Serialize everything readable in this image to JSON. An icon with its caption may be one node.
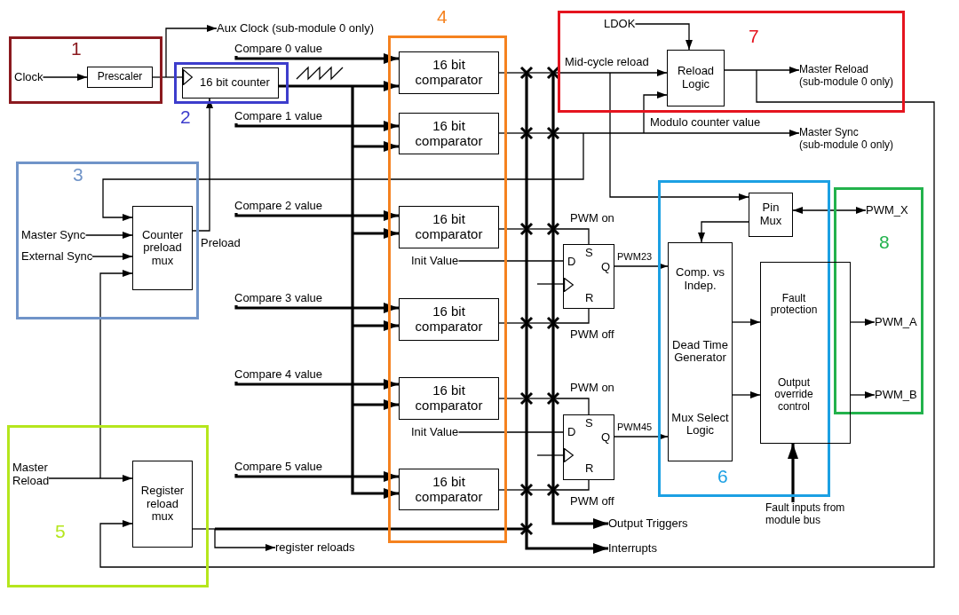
{
  "diagram": {
    "nodes": [
      {
        "text": [
          "1"
        ]
      },
      {
        "text": [
          "Clock"
        ],
        "in": 0
      },
      {
        "text": [
          "Prescaler"
        ],
        "in": 0
      },
      {
        "text": [
          "Aux Clock (sub-module 0 only)"
        ]
      },
      {
        "text": [
          "Compare 0 value"
        ]
      },
      {
        "text": [
          "2"
        ]
      },
      {
        "text": [
          "16 bit counter"
        ],
        "in": 5
      },
      {
        "text": [
          "4"
        ]
      },
      {
        "text": [
          "16 bit comparator"
        ],
        "in": 7
      },
      {
        "text": [
          "16 bit comparator"
        ],
        "in": 7
      },
      {
        "text": [
          "16 bit comparator"
        ],
        "in": 7
      },
      {
        "text": [
          "16 bit comparator"
        ],
        "in": 7
      },
      {
        "text": [
          "16 bit comparator"
        ],
        "in": 7
      },
      {
        "text": [
          "16 bit comparator"
        ],
        "in": 7
      },
      {
        "text": [
          "Init Value"
        ],
        "in": 7
      },
      {
        "text": [
          "Init Value"
        ],
        "in": 7
      },
      {
        "text": [
          "7"
        ]
      },
      {
        "text": [
          "LDOK"
        ],
        "in": 16
      },
      {
        "text": [
          "Reload Logic"
        ],
        "in": 16
      },
      {
        "text": [
          "Master Reload",
          "(sub-module 0 only)"
        ],
        "in": 16
      },
      {
        "text": [
          "Compare 1 value"
        ]
      },
      {
        "text": [
          "Master Sync",
          "(sub-module 0 only)"
        ]
      },
      {
        "text": [
          "3"
        ]
      },
      {
        "text": [
          "Master Sync"
        ],
        "in": 22
      },
      {
        "text": [
          "External Sync"
        ],
        "in": 22
      },
      {
        "text": [
          "Counter preload mux"
        ],
        "in": 22
      },
      {
        "text": [
          "Compare 2 value"
        ]
      },
      {
        "text": [
          "Compare 3 value"
        ]
      },
      {
        "text": [
          "Compare 4 value"
        ]
      },
      {
        "text": [
          "Compare 5 value"
        ]
      },
      {
        "text": [
          "6"
        ]
      },
      {
        "text": [
          "Pin Mux"
        ],
        "in": 30
      },
      {
        "text": [
          "Comp. vs Indep.",
          "Dead Time Generator",
          "Mux Select Logic"
        ],
        "in": 30
      },
      {
        "text": [
          "8"
        ]
      },
      {
        "text": [
          "PWM_X"
        ],
        "in": 33
      },
      {
        "text": [
          "S",
          "D",
          "Q",
          "R"
        ]
      },
      {
        "text": [
          "Fault protection",
          "Output override control"
        ]
      },
      {
        "text": [
          "PWM_A"
        ],
        "in": 33
      },
      {
        "text": [
          "PWM_B"
        ],
        "in": 33
      },
      {
        "text": [
          "S",
          "D",
          "Q",
          "R"
        ]
      },
      {
        "text": [
          "5"
        ]
      },
      {
        "text": [
          "Master Reload"
        ],
        "in": 40
      },
      {
        "text": [
          "Register reload mux"
        ],
        "in": 40
      },
      {
        "text": [
          "Fault inputs from module bus"
        ]
      },
      {
        "text": [
          "Output Triggers"
        ]
      },
      {
        "text": [
          "register reloads"
        ]
      },
      {
        "text": [
          "Interrupts"
        ]
      }
    ],
    "edges": [
      {
        "from": 1,
        "to": 2,
        "arrow": "to"
      },
      {
        "from": 2,
        "to": 6,
        "arrow": "none"
      },
      {
        "from": 2,
        "to": 3,
        "arrow": "to"
      },
      {
        "from": 25,
        "to": 6,
        "arrow": "to",
        "label": "Preload"
      },
      {
        "from": 4,
        "to": 8,
        "arrow": "to",
        "style": "thick"
      },
      {
        "from": 20,
        "to": 9,
        "arrow": "to",
        "style": "thick"
      },
      {
        "from": 26,
        "to": 10,
        "arrow": "to",
        "style": "thick"
      },
      {
        "from": 27,
        "to": 11,
        "arrow": "to",
        "style": "thick"
      },
      {
        "from": 28,
        "to": 12,
        "arrow": "to",
        "style": "thick"
      },
      {
        "from": 29,
        "to": 13,
        "arrow": "to",
        "style": "thick"
      },
      {
        "from": 6,
        "to": 8,
        "arrow": "to",
        "style": "thick"
      },
      {
        "from": 6,
        "to": 9,
        "arrow": "to",
        "style": "thick"
      },
      {
        "from": 6,
        "to": 10,
        "arrow": "to",
        "style": "thick"
      },
      {
        "from": 6,
        "to": 11,
        "arrow": "to",
        "style": "thick"
      },
      {
        "from": 6,
        "to": 12,
        "arrow": "to",
        "style": "thick"
      },
      {
        "from": 6,
        "to": 13,
        "arrow": "to",
        "style": "thick"
      },
      {
        "from": 17,
        "to": 18,
        "arrow": "to"
      },
      {
        "from": 8,
        "to": 18,
        "arrow": "to",
        "label": "Mid-cycle reload"
      },
      {
        "from": 18,
        "to": 19,
        "arrow": "to"
      },
      {
        "from": 9,
        "to": 21,
        "arrow": "to",
        "label": "Modulo counter value"
      },
      {
        "from": 9,
        "to": 18,
        "arrow": "to"
      },
      {
        "from": 9,
        "to": 25,
        "arrow": "to"
      },
      {
        "from": 23,
        "to": 25,
        "arrow": "to"
      },
      {
        "from": 24,
        "to": 25,
        "arrow": "to"
      },
      {
        "from": 41,
        "to": 25,
        "arrow": "to"
      },
      {
        "from": 8,
        "to": 31,
        "arrow": "to"
      },
      {
        "from": 31,
        "to": 34,
        "arrow": "both"
      },
      {
        "from": 31,
        "to": 32,
        "arrow": "to"
      },
      {
        "from": 10,
        "to": 35,
        "arrow": "none",
        "label": "PWM on"
      },
      {
        "from": 14,
        "to": 35,
        "arrow": "none"
      },
      {
        "from": null,
        "to": 35,
        "arrow": "none"
      },
      {
        "from": 11,
        "to": 35,
        "arrow": "none",
        "label": "PWM off"
      },
      {
        "from": 35,
        "to": 32,
        "arrow": "to",
        "label": "PWM23"
      },
      {
        "from": 32,
        "to": 36,
        "arrow": "to"
      },
      {
        "from": 36,
        "to": 37,
        "arrow": "to"
      },
      {
        "from": 32,
        "to": 36,
        "arrow": "to"
      },
      {
        "from": 36,
        "to": 38,
        "arrow": "to"
      },
      {
        "from": 12,
        "to": 39,
        "arrow": "none",
        "label": "PWM on"
      },
      {
        "from": 15,
        "to": 39,
        "arrow": "none"
      },
      {
        "from": null,
        "to": 39,
        "arrow": "none"
      },
      {
        "from": 39,
        "to": 32,
        "arrow": "to",
        "label": "PWM45"
      },
      {
        "from": 13,
        "to": 39,
        "arrow": "none",
        "label": "PWM off"
      },
      {
        "from": 41,
        "to": 42,
        "arrow": "to"
      },
      {
        "from": 18,
        "to": 42,
        "arrow": "to"
      },
      {
        "from": 43,
        "to": 36,
        "arrow": "to",
        "style": "thick"
      },
      {
        "from": 42,
        "to": 45,
        "arrow": "to"
      },
      {
        "from": 8,
        "to": 44,
        "arrow": "to",
        "style": "thick"
      },
      {
        "from": 9,
        "to": 44,
        "arrow": "to",
        "style": "thick"
      },
      {
        "from": 10,
        "to": 44,
        "arrow": "to",
        "style": "thick"
      },
      {
        "from": 11,
        "to": 44,
        "arrow": "to",
        "style": "thick"
      },
      {
        "from": 12,
        "to": 44,
        "arrow": "to",
        "style": "thick"
      },
      {
        "from": 13,
        "to": 44,
        "arrow": "to",
        "style": "thick"
      },
      {
        "from": 8,
        "to": 46,
        "arrow": "to",
        "style": "thick"
      },
      {
        "from": 9,
        "to": 46,
        "arrow": "to",
        "style": "thick"
      },
      {
        "from": 10,
        "to": 46,
        "arrow": "to",
        "style": "thick"
      },
      {
        "from": 11,
        "to": 46,
        "arrow": "to",
        "style": "thick"
      },
      {
        "from": 12,
        "to": 46,
        "arrow": "to",
        "style": "thick"
      },
      {
        "from": 13,
        "to": 46,
        "arrow": "to",
        "style": "thick"
      },
      {
        "from": 42,
        "to": 46,
        "arrow": "to",
        "style": "thick"
      }
    ]
  }
}
